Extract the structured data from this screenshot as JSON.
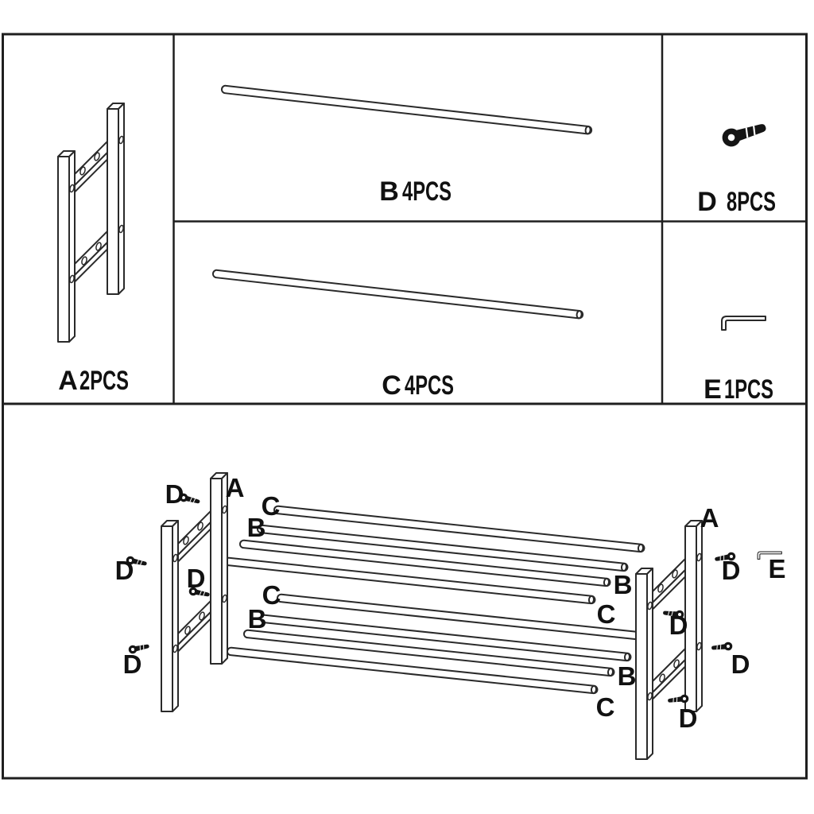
{
  "document": {
    "kind": "furniture-assembly-instruction-sheet",
    "colors": {
      "line": "#1f1f1f",
      "text": "#111111",
      "background": "#ffffff"
    }
  },
  "parts_list": {
    "a": {
      "letter": "A",
      "count": "2PCS",
      "icon": "side-frame-drawing"
    },
    "b": {
      "letter": "B",
      "count": "4PCS",
      "icon": "long-rod-drawing"
    },
    "c": {
      "letter": "C",
      "count": "4PCS",
      "icon": "long-rod-drawing"
    },
    "d": {
      "letter": "D",
      "count": "8PCS",
      "icon": "screw-drawing"
    },
    "e": {
      "letter": "E",
      "count": "1PCS",
      "icon": "hex-key-drawing"
    }
  },
  "assembly_diagram": {
    "side_frame_label": "A",
    "rod_b_label": "B",
    "rod_c_label": "C",
    "screw_label": "D",
    "hex_key_label": "E"
  }
}
